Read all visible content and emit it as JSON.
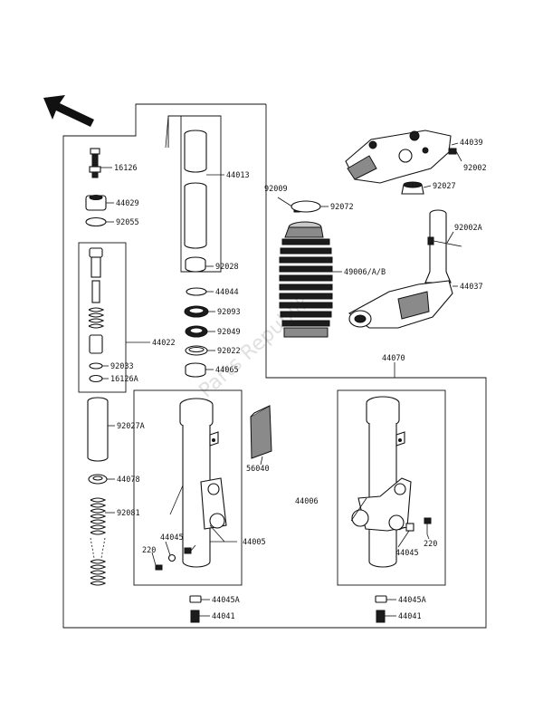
{
  "watermark": "Parts Republik",
  "direction_arrow_icon": "arrow-front-icon",
  "callouts": {
    "p16126": "16126",
    "p44029": "44029",
    "p92055": "92055",
    "p44013": "44013",
    "p92028": "92028",
    "p44022": "44022",
    "p92033": "92033",
    "p16126A": "16126A",
    "p44044": "44044",
    "p92093": "92093",
    "p92049": "92049",
    "p92022": "92022",
    "p44065": "44065",
    "p92009": "92009",
    "p92072": "92072",
    "p49006": "49006/A/B",
    "p44039": "44039",
    "p92002": "92002",
    "p92027": "92027",
    "p92002A": "92002A",
    "p44037": "44037",
    "p44070": "44070",
    "p92027A": "92027A",
    "p44078": "44078",
    "p92081": "92081",
    "p56040": "56040",
    "p44005": "44005",
    "p44045_left": "44045",
    "p220_left": "220",
    "p44006": "44006",
    "p44045_right": "44045",
    "p220_right": "220",
    "p44045A_left": "44045A",
    "p44041_left": "44041",
    "p44045A_right": "44045A",
    "p44041_right": "44041"
  }
}
